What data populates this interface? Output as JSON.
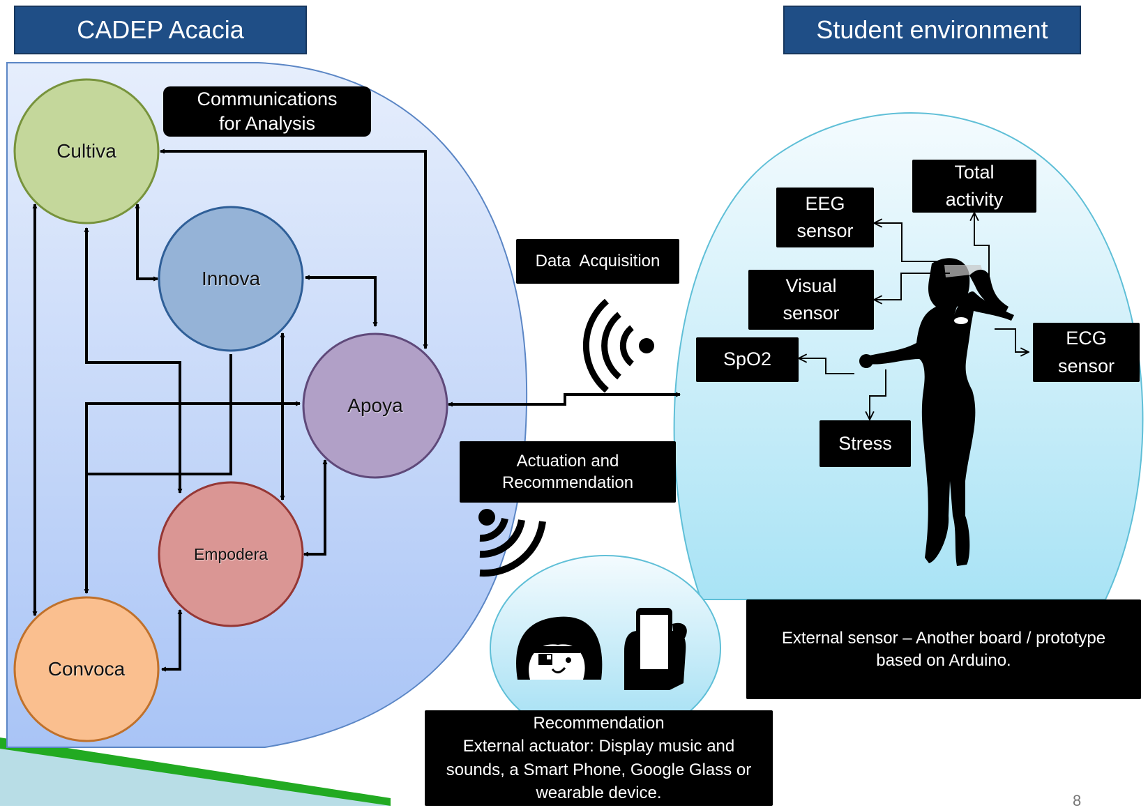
{
  "headers": {
    "left": "CADEP Acacia",
    "right": "Student environment"
  },
  "nodes": {
    "cultiva": "Cultiva",
    "innova": "Innova",
    "apoya": "Apoya",
    "empodera": "Empodera",
    "convoca": "Convoca"
  },
  "labels": {
    "communications": "Communications\nfor Analysis",
    "data_acquisition": "Data  Acquisition",
    "actuation": "Actuation and\nRecommendation",
    "recommendation": "Recommendation\nExternal actuator: Display music and\nsounds, a Smart Phone, Google Glass or\nwearable device.",
    "external_sensor": "External sensor – Another board / prototype\nbased on Arduino."
  },
  "sensors": {
    "total_activity": "Total\nactivity",
    "eeg": "EEG\nsensor",
    "visual": "Visual\nsensor",
    "spo2": "SpO2",
    "ecg": "ECG\nsensor",
    "stress": "Stress"
  },
  "page_number": "8",
  "colors": {
    "header_bg": "#1f4e86",
    "cultiva": "#c4d79b",
    "innova": "#95b3d7",
    "apoya": "#b1a0c7",
    "empodera": "#da9694",
    "convoca": "#fabf8f",
    "accent_green": "#22aa22"
  },
  "icons": [
    "wifi-signal-icon",
    "wifi-signal-icon",
    "woman-face-icon",
    "smartphone-icon",
    "person-silhouette-icon"
  ]
}
